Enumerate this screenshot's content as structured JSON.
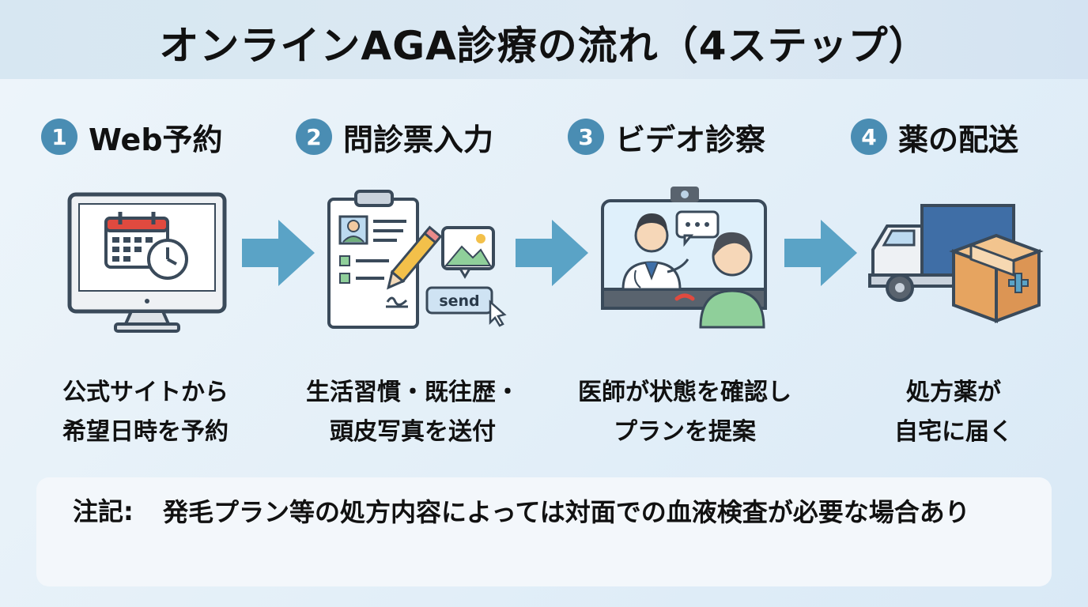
{
  "title": "オンラインAGA診療の流れ（4ステップ）",
  "steps": [
    {
      "num": "1",
      "title": "Web予約",
      "desc_line1": "公式サイトから",
      "desc_line2": "希望日時を予約",
      "icon": "computer-calendar-icon"
    },
    {
      "num": "2",
      "title": "問診票入力",
      "desc_line1": "生活習慣・既往歴・",
      "desc_line2": "頭皮写真を送付",
      "icon": "clipboard-form-icon"
    },
    {
      "num": "3",
      "title": "ビデオ診察",
      "desc_line1": "医師が状態を確認し",
      "desc_line2": "プランを提案",
      "icon": "video-call-doctor-icon"
    },
    {
      "num": "4",
      "title": "薬の配送",
      "desc_line1": "処方薬が",
      "desc_line2": "自宅に届く",
      "icon": "delivery-truck-icon"
    }
  ],
  "send_button": "send",
  "note": {
    "label": "注記:",
    "text": "発毛プラン等の処方内容によっては対面での血液検査が必要な場合あり"
  },
  "colors": {
    "accent": "#4a8db3",
    "arrow": "#5aa3c6",
    "icon_line": "#3a4a5a",
    "box_orange": "#e6a460",
    "patient_green": "#8fcf9a"
  }
}
